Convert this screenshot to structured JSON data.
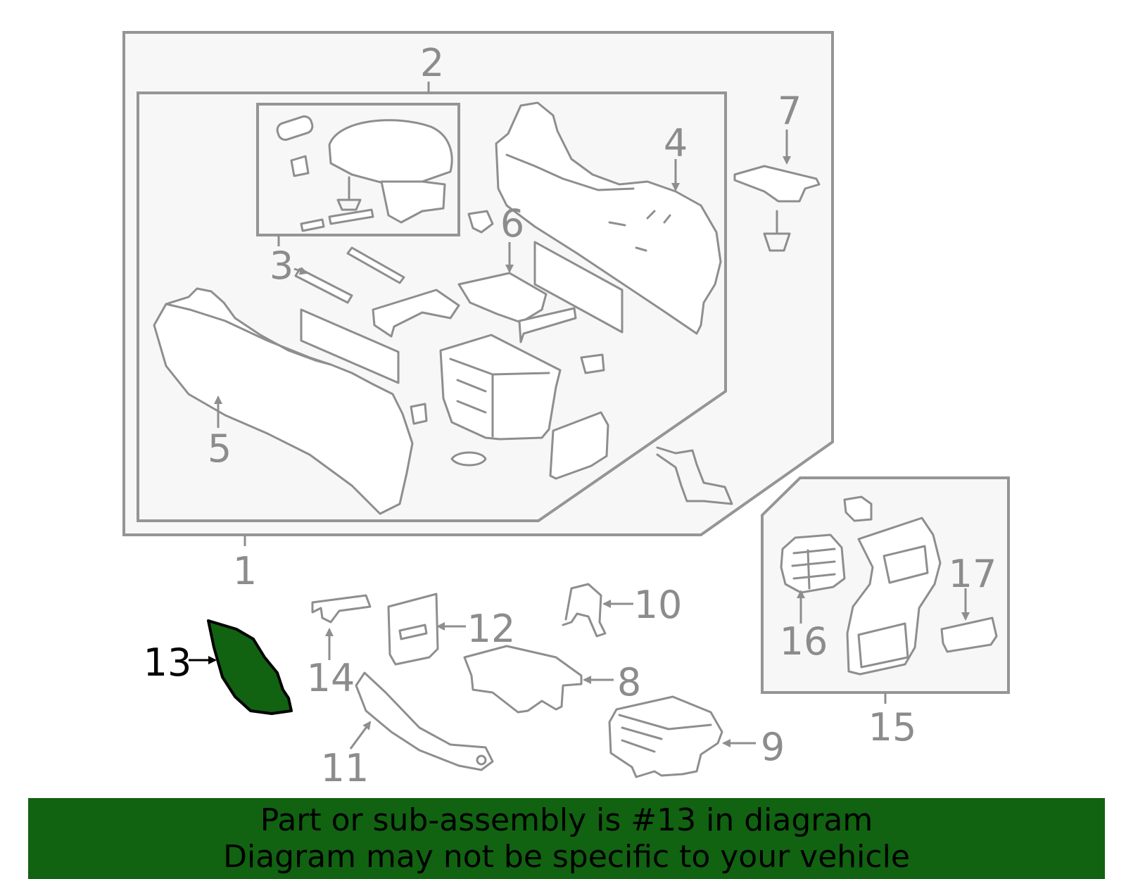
{
  "diagram": {
    "callouts": {
      "c1": "1",
      "c2": "2",
      "c3": "3",
      "c4": "4",
      "c5": "5",
      "c6": "6",
      "c7": "7",
      "c8": "8",
      "c9": "9",
      "c10": "10",
      "c11": "11",
      "c12": "12",
      "c13": "13",
      "c14": "14",
      "c15": "15",
      "c16": "16",
      "c17": "17"
    },
    "highlight_color": "#116211",
    "frame_stroke_color": "#959595",
    "line_color": "#8e8e8e"
  },
  "banner": {
    "line1": "Part or sub-assembly is #13 in diagram",
    "line2": "Diagram may not be specific to your vehicle",
    "background": "#116211"
  }
}
